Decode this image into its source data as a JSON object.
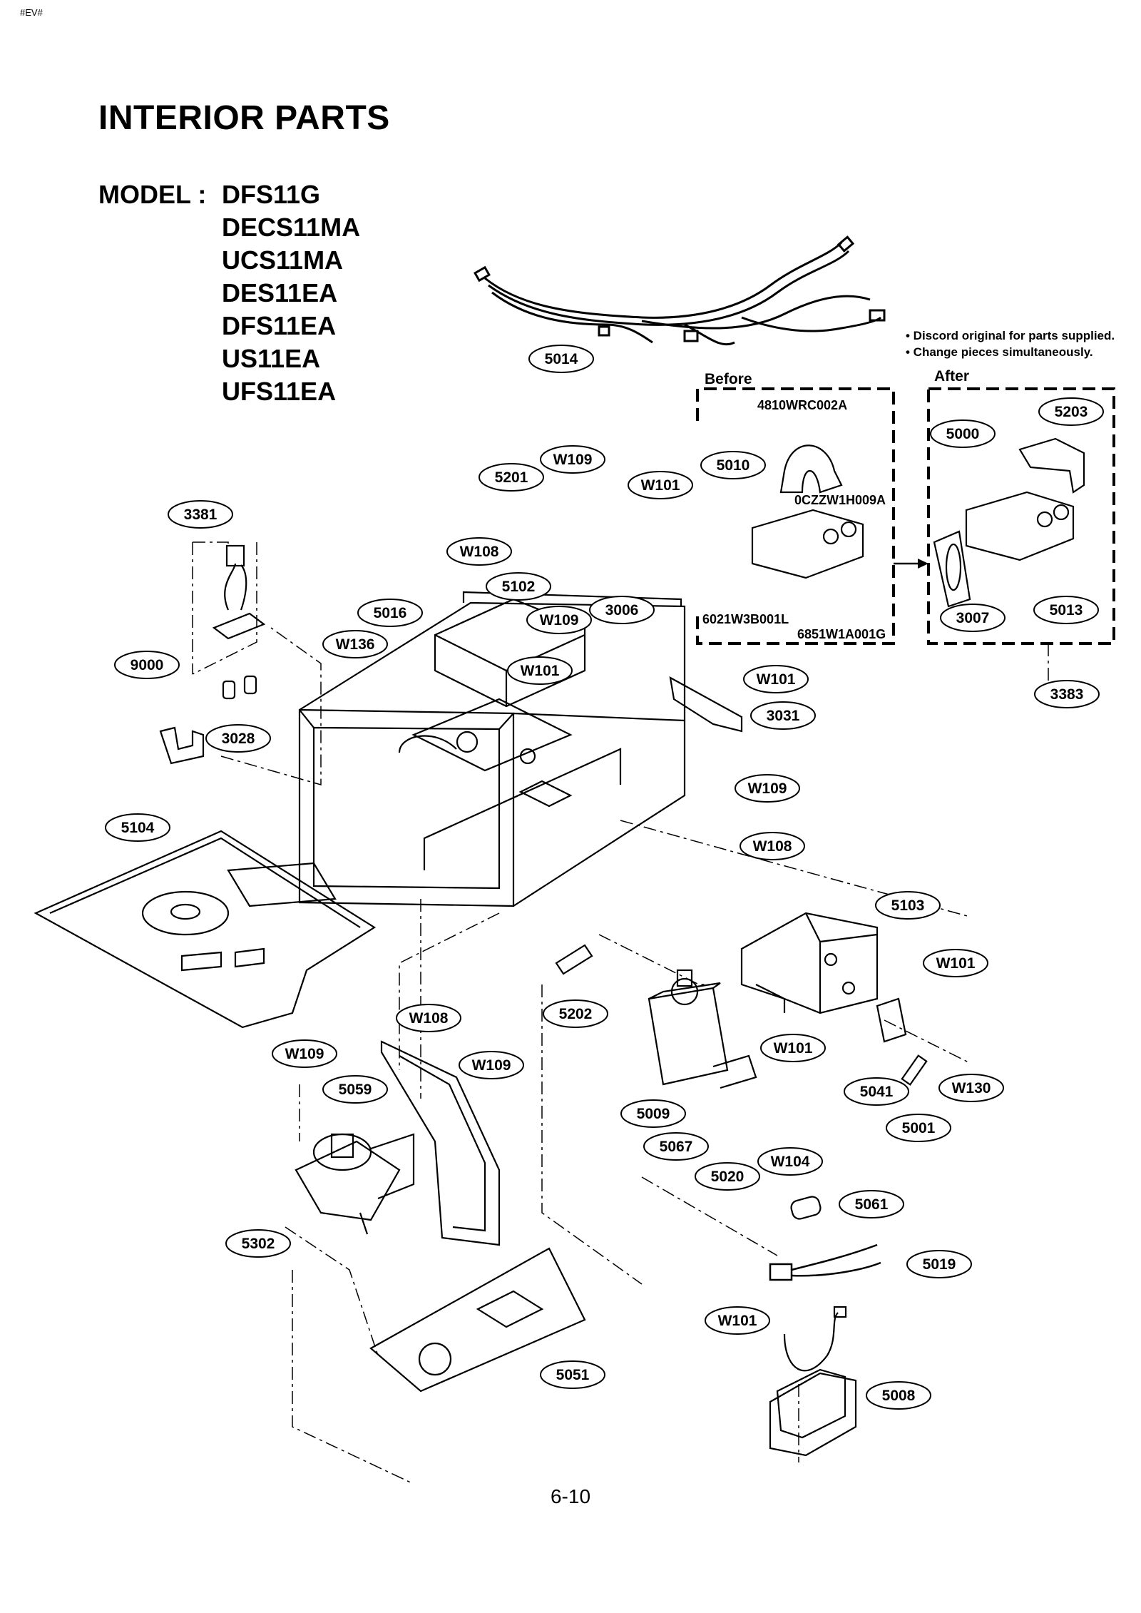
{
  "header": {
    "corner_tag": "#EV#",
    "title": "INTERIOR PARTS",
    "model_label": "MODEL : ",
    "models": [
      "DFS11G",
      "DECS11MA",
      "UCS11MA",
      "DES11EA",
      "DFS11EA",
      "US11EA",
      "UFS11EA"
    ]
  },
  "notes": [
    "• Discord original for parts supplied.",
    "• Change pieces simultaneously."
  ],
  "panels": {
    "before": {
      "label": "Before",
      "codes": [
        "4810WRC002A",
        "0CZZW1H009A",
        "6021W3B001L",
        "6851W1A001G"
      ]
    },
    "after": {
      "label": "After"
    }
  },
  "callouts": [
    "5014",
    "5203",
    "5000",
    "5010",
    "W109",
    "5201",
    "W101",
    "3381",
    "W108",
    "5102",
    "5016",
    "W109",
    "3006",
    "3007",
    "5013",
    "W136",
    "9000",
    "W101",
    "W101",
    "3383",
    "3031",
    "3028",
    "W109",
    "5104",
    "W108",
    "5103",
    "W101",
    "W108",
    "5202",
    "W101",
    "W109",
    "W109",
    "5059",
    "5041",
    "W130",
    "5009",
    "5001",
    "5067",
    "W104",
    "5020",
    "5302",
    "5061",
    "5019",
    "W101",
    "5051",
    "5008"
  ],
  "page_number": "6-10"
}
